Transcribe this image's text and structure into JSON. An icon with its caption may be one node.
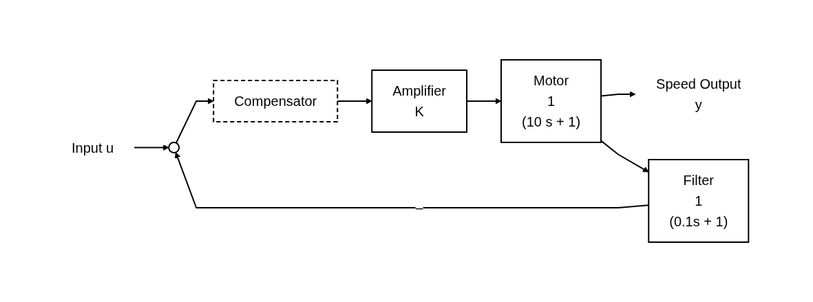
{
  "diagram": {
    "nodes": [
      {
        "text": [
          "Input u"
        ]
      },
      {
        "text": [],
        "shape": "circle"
      },
      {
        "text": [
          "Compensator"
        ]
      },
      {
        "text": [
          "Amplifier",
          "K"
        ]
      },
      {
        "text": [
          "Motor",
          "1",
          "(10 s + 1)"
        ]
      },
      {
        "text": [
          "Speed Output",
          "y"
        ]
      },
      {
        "text": [
          "Filter",
          "1",
          "(0.1s + 1)"
        ]
      }
    ],
    "edges": [
      {
        "from": 0,
        "to": 1,
        "arrow": "to"
      },
      {
        "from": 1,
        "to": 2,
        "arrow": "to"
      },
      {
        "from": 2,
        "to": 3,
        "arrow": "to"
      },
      {
        "from": 3,
        "to": 4,
        "arrow": "to"
      },
      {
        "from": 4,
        "to": 5,
        "arrow": "to"
      },
      {
        "from": 4,
        "to": 6,
        "arrow": "to"
      },
      {
        "from": 6,
        "to": 1,
        "label": "–",
        "arrow": "to"
      }
    ]
  }
}
